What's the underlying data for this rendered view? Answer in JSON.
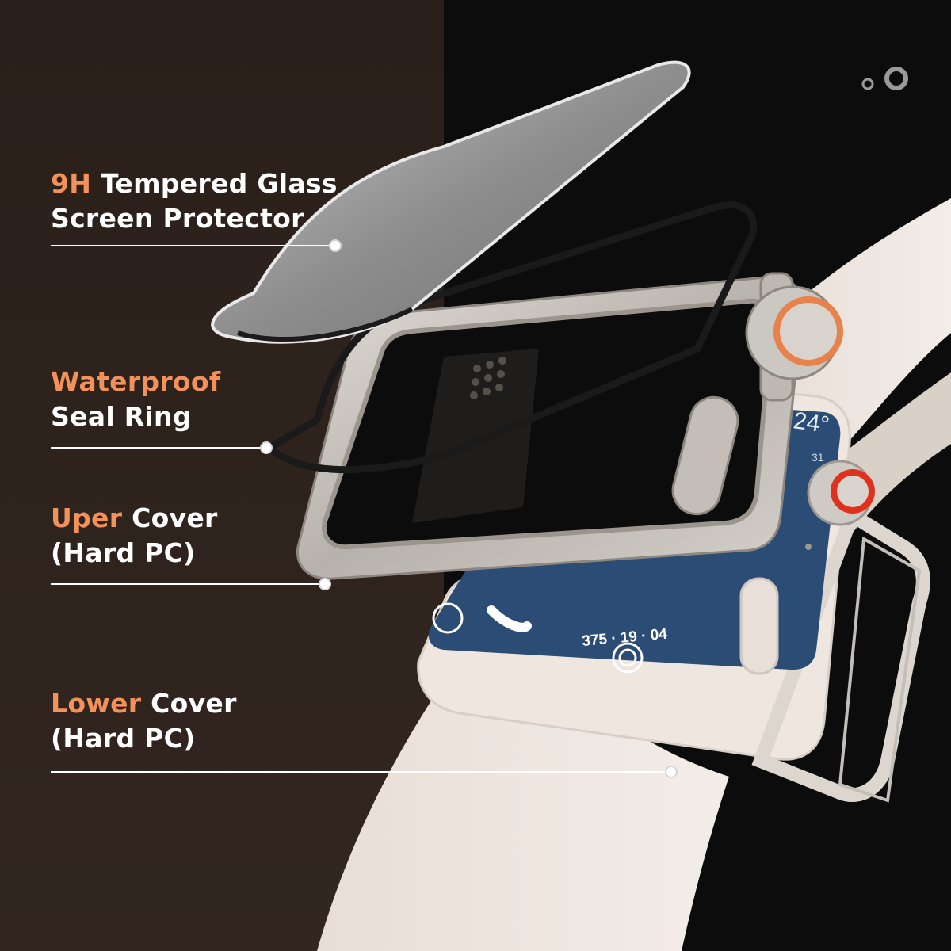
{
  "colors": {
    "left_bg": "#2d221c",
    "right_bg": "#0c0c0c",
    "accent": "#f2925a",
    "text": "#ffffff",
    "band": "#ece3dc",
    "case_titanium": "#c9c6c0",
    "screen_blue": "#2b4c75",
    "crown_ring_orange": "#e7824c",
    "crown_ring_red": "#e0301e"
  },
  "labels": [
    {
      "accent": "9H",
      "rest": " Tempered Glass",
      "line2": "Screen Protector"
    },
    {
      "accent": "Waterproof",
      "rest": "",
      "line2": "Seal Ring"
    },
    {
      "accent": "Uper",
      "rest": " Cover",
      "line2": "(Hard PC)"
    },
    {
      "accent": "Lower",
      "rest": " Cover",
      "line2": "(Hard PC)"
    }
  ],
  "watch_face": {
    "temperature": "24°",
    "date_digit": "31",
    "activity": "375 · 19 · 04"
  },
  "icons": [
    "bubble-icon"
  ]
}
